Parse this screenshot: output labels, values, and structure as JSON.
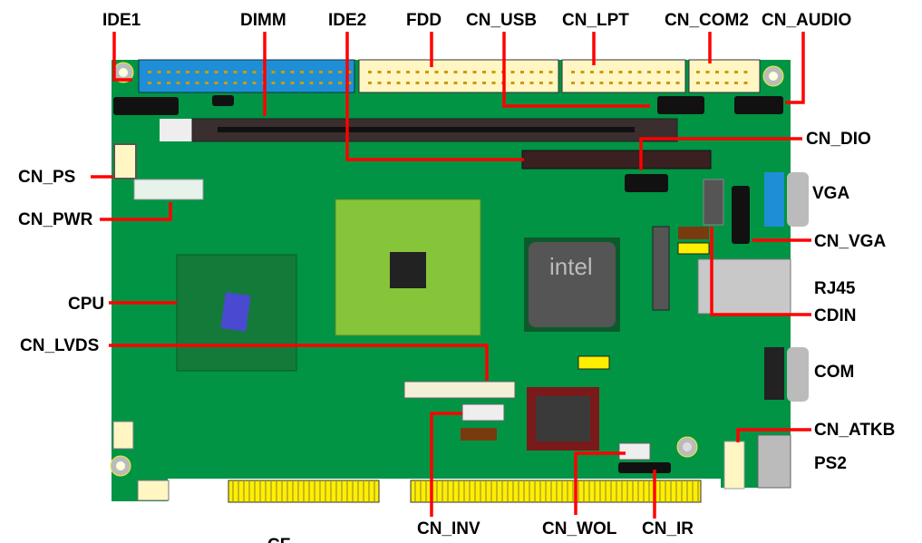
{
  "labels": {
    "ide1": "IDE1",
    "dimm": "DIMM",
    "ide2": "IDE2",
    "fdd": "FDD",
    "cn_usb": "CN_USB",
    "cn_lpt": "CN_LPT",
    "cn_com2": "CN_COM2",
    "cn_audio": "CN_AUDIO",
    "cn_ps": "CN_PS",
    "cn_pwr": "CN_PWR",
    "cpu": "CPU",
    "cn_lvds": "CN_LVDS",
    "cn_dio": "CN_DIO",
    "vga": "VGA",
    "cn_vga": "CN_VGA",
    "rj45": "RJ45",
    "cdin": "CDIN",
    "com": "COM",
    "cn_atkb": "CN_ATKB",
    "ps2": "PS2",
    "cn_inv": "CN_INV",
    "cn_wol": "CN_WOL",
    "cn_ir": "CN_IR",
    "cf": "CF"
  },
  "chip_marking": "intel",
  "colors": {
    "board": "#009444",
    "leader": "#ff0000",
    "ide_connector": "#1e8fd6",
    "header_cream": "#fff6c4",
    "gold_finger": "#ffee00",
    "northbridge": "#86c43a"
  }
}
